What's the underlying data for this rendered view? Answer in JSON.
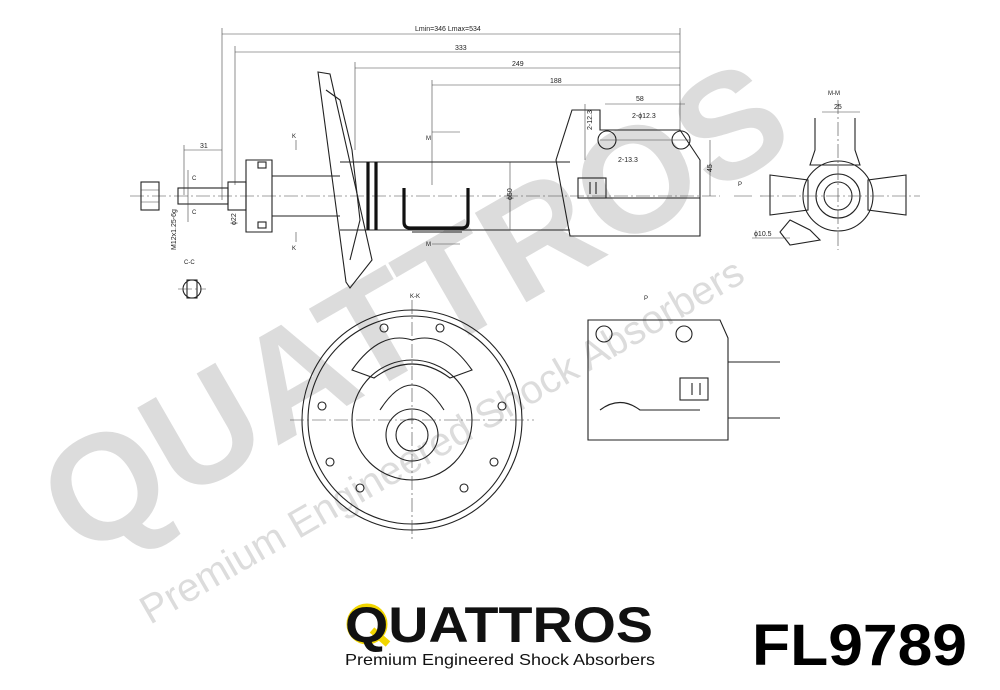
{
  "watermark": {
    "big": "QUATTROS",
    "sub": "Premium Engineered Shock Absorbers"
  },
  "dimensions": {
    "lmin_lmax": "Lmin=346   Lmax=534",
    "d333": "333",
    "d249": "249",
    "d188": "188",
    "d31": "31",
    "d58": "58",
    "d12_3": "2-12.3",
    "d2_phi12_3": "2-ϕ12.3",
    "d2_13_3": "2-13.3",
    "d45": "45",
    "phi50": "ϕ50",
    "phi22": "ϕ22",
    "thread": "M12x1.25-6g",
    "d25": "25",
    "phi10_5": "ϕ10.5"
  },
  "section_labels": {
    "k_top": "K",
    "k_bottom": "K",
    "m_top": "M",
    "m_bottom": "M",
    "c_top": "C",
    "c_bottom": "C",
    "cc": "C-C",
    "kk": "K-K",
    "mm": "M-M",
    "p_view": "P",
    "p_arrow": "P"
  },
  "brand": {
    "name": "QUATTROS",
    "tagline": "Premium Engineered Shock Absorbers",
    "accent_color": "#f2d600"
  },
  "part_code": "FL9789"
}
